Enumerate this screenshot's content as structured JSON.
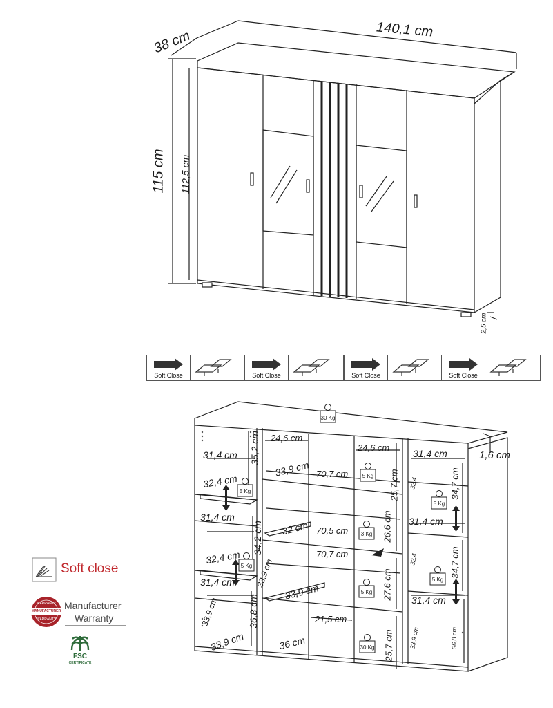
{
  "front_view": {
    "depth": "38 cm",
    "width": "140,1 cm",
    "total_height": "115 cm",
    "body_height": "112,5 cm",
    "foot_height": "2,5 cm"
  },
  "soft_close_cards": [
    {
      "label": "Soft Close"
    },
    {
      "label": "Soft Close"
    },
    {
      "label": "Soft Close"
    },
    {
      "label": "Soft Close"
    }
  ],
  "interior_view": {
    "top_load": "30 Kg",
    "top_thickness": "1,6 cm",
    "left_col": {
      "width_1": "31,4 cm",
      "height_1": "35,2 cm",
      "shelf_depth_1": "32,4 cm",
      "load_1": "5 Kg",
      "width_2": "31,4 cm",
      "height_2": "34,2 cm",
      "shelf_depth_2": "32,4 cm",
      "load_2": "5 Kg",
      "width_3": "31,4 cm",
      "height_3": "36,8 cm",
      "depth_bottom": "33,9 cm",
      "depth_bottom_2": "33,9 cm"
    },
    "center_left": {
      "width": "24,6 cm",
      "depth_1": "33,9 cm",
      "depth_2": "32 cm",
      "side_depth": "33,9 cm",
      "depth_3": "33,9 cm",
      "depth_bottom": "36 cm"
    },
    "center": {
      "width_1": "70,7 cm",
      "width_2": "70,5 cm",
      "width_3": "70,7 cm",
      "inner_width": "21,5 cm"
    },
    "center_right": {
      "width": "24,6 cm",
      "height_1": "25,7 cm",
      "load_1": "5 Kg",
      "height_2": "26,6 cm",
      "load_2": "3 Kg",
      "height_3": "27,6 cm",
      "load_3": "5 Kg",
      "height_4": "25,7 cm",
      "load_4": "30 Kg"
    },
    "right_col": {
      "width_1": "31,4 cm",
      "shelf_depth_1": "32,4",
      "height_1": "34,7 cm",
      "load_1": "5 Kg",
      "width_2": "31,4 cm",
      "shelf_depth_2": "32,4",
      "height_2": "34,7 cm",
      "load_2": "5 Kg",
      "width_3": "31,4 cm",
      "depth_bottom": "33,9 cm",
      "height_3": "36,8 cm"
    }
  },
  "badges": {
    "soft_close": "Soft close",
    "warranty_line1": "Manufacturer",
    "warranty_line2": "Warranty",
    "warranty_seal_top": "WARRANTY",
    "warranty_seal_mid": "MANUFACTURER",
    "warranty_seal_bottom": "WARRANTY",
    "fsc": "FSC",
    "fsc_sub": "CERTIFICATE"
  }
}
